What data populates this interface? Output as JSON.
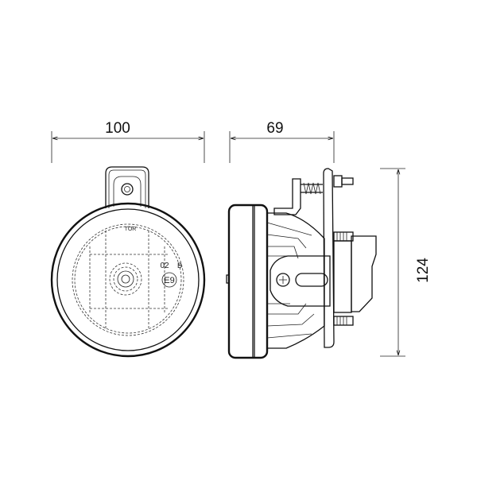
{
  "dimensions": {
    "width": "100",
    "depth": "69",
    "height": "124"
  },
  "markings": {
    "top": "TOR",
    "code": "02",
    "class": "B",
    "approval": "E9"
  },
  "colors": {
    "line": "#111111",
    "background": "#ffffff"
  }
}
